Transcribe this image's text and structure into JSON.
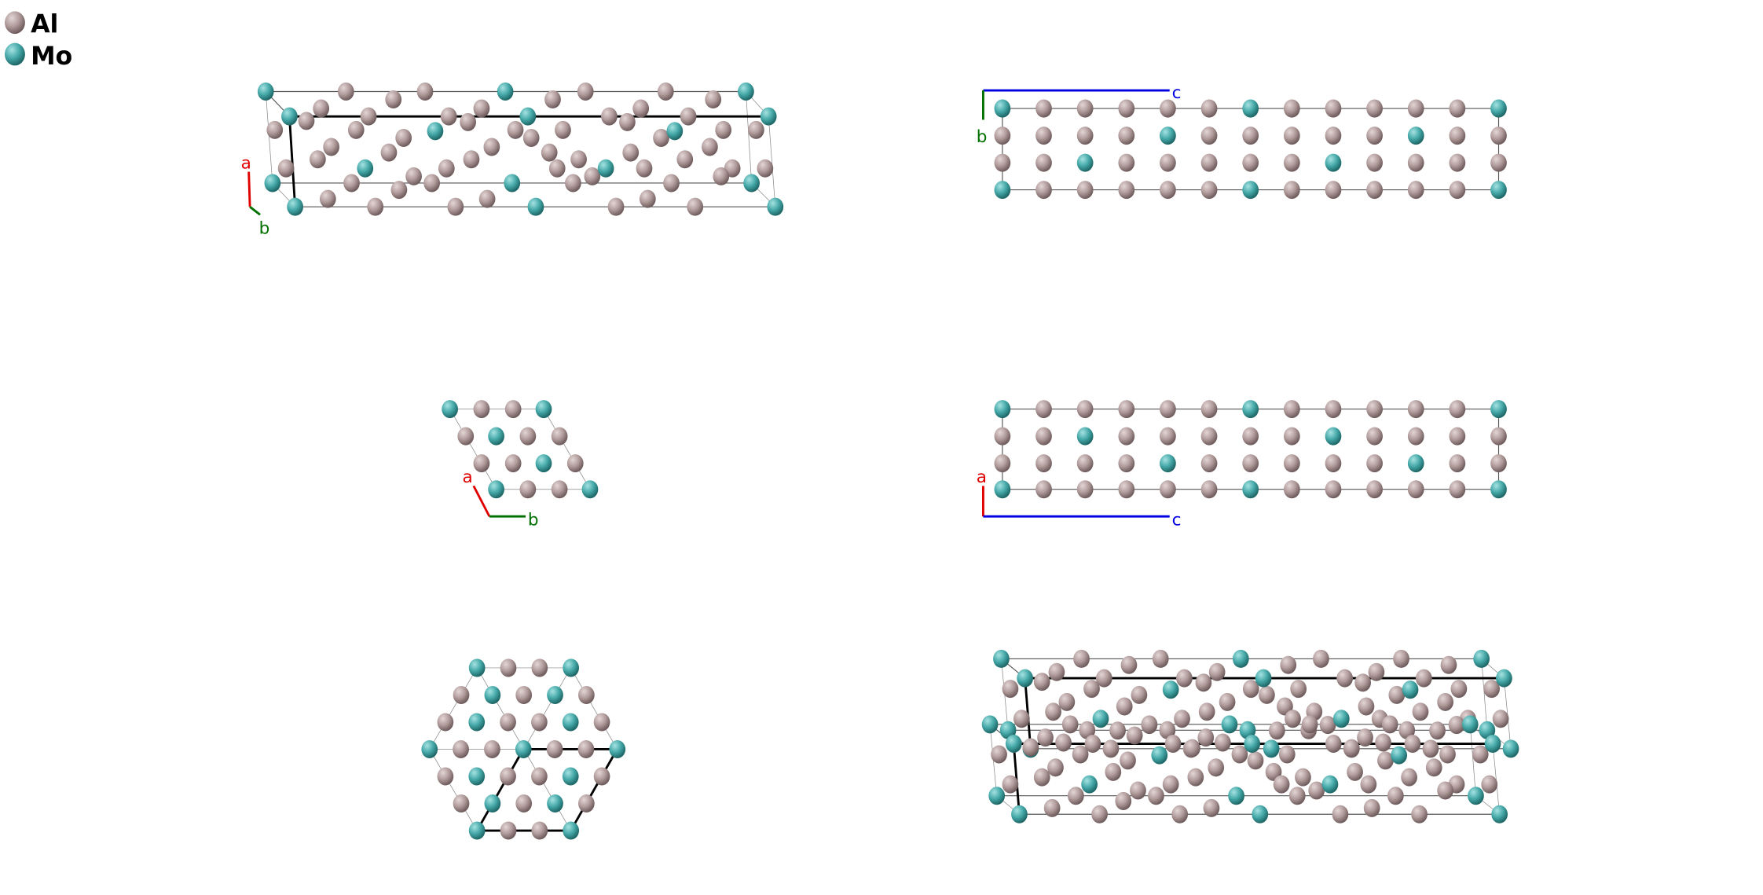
{
  "legend": [
    {
      "element": "Al",
      "color": "#b9a3a3"
    },
    {
      "element": "Mo",
      "color": "#4fb1b1"
    }
  ],
  "axis_colors": {
    "a": "#e00000",
    "b": "#007000",
    "c": "#0000e0"
  },
  "panels": {
    "top_left": {
      "axes": [
        "a",
        "b"
      ]
    },
    "top_right": {
      "axes": [
        "c",
        "b"
      ]
    },
    "middle_left": {
      "axes": [
        "a",
        "b"
      ]
    },
    "middle_right": {
      "axes": [
        "a",
        "c"
      ]
    }
  }
}
